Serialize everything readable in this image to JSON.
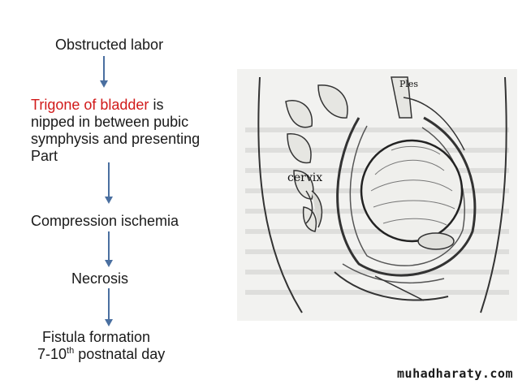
{
  "flow": {
    "step1": "Obstructed labor",
    "step2_red": "Trigone of bladder",
    "step2_rest1": " is",
    "step2_line2": "nipped in between pubic",
    "step2_line3": "symphysis and presenting",
    "step2_line4": "Part",
    "step3": "Compression ischemia",
    "step4": "Necrosis",
    "step5_line1": "Fistula formation",
    "step5_num": "7-10",
    "step5_sup": "th",
    "step5_rest": "  postnatal day"
  },
  "figure": {
    "label_cervix": "cervix",
    "label_ples": "Ples"
  },
  "watermark": "muhadharaty.com",
  "colors": {
    "accent_red": "#d11a1a",
    "arrow_blue": "#4a6fa0"
  }
}
